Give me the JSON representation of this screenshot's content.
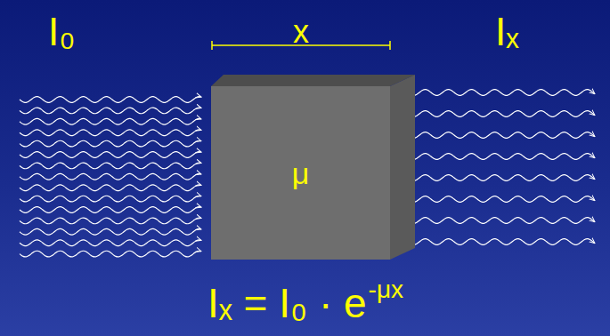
{
  "diagram": {
    "nodes": [
      {
        "text": [
          "μ"
        ]
      }
    ],
    "labels": [
      "I₀",
      "x",
      "Iₓ",
      "Iₓ = I₀ · e",
      "-μx"
    ]
  }
}
